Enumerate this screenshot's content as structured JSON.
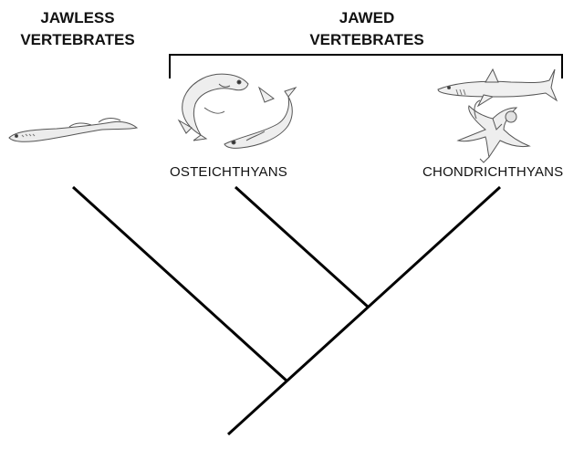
{
  "headings": {
    "jawless": [
      "JAWLESS",
      "VERTEBRATES"
    ],
    "jawed": [
      "JAWED",
      "VERTEBRATES"
    ]
  },
  "taxa": {
    "osteichthyans": "OSTEICHTHYANS",
    "chondrichthyans": "CHONDRICHTHYANS"
  },
  "illustrations": [
    "lamprey-illustration",
    "bony-fish-illustration",
    "shark-illustration",
    "ray-illustration"
  ],
  "colors": {
    "line": "#000000",
    "drawing": "#555555",
    "fill": "#e8e8e8"
  }
}
